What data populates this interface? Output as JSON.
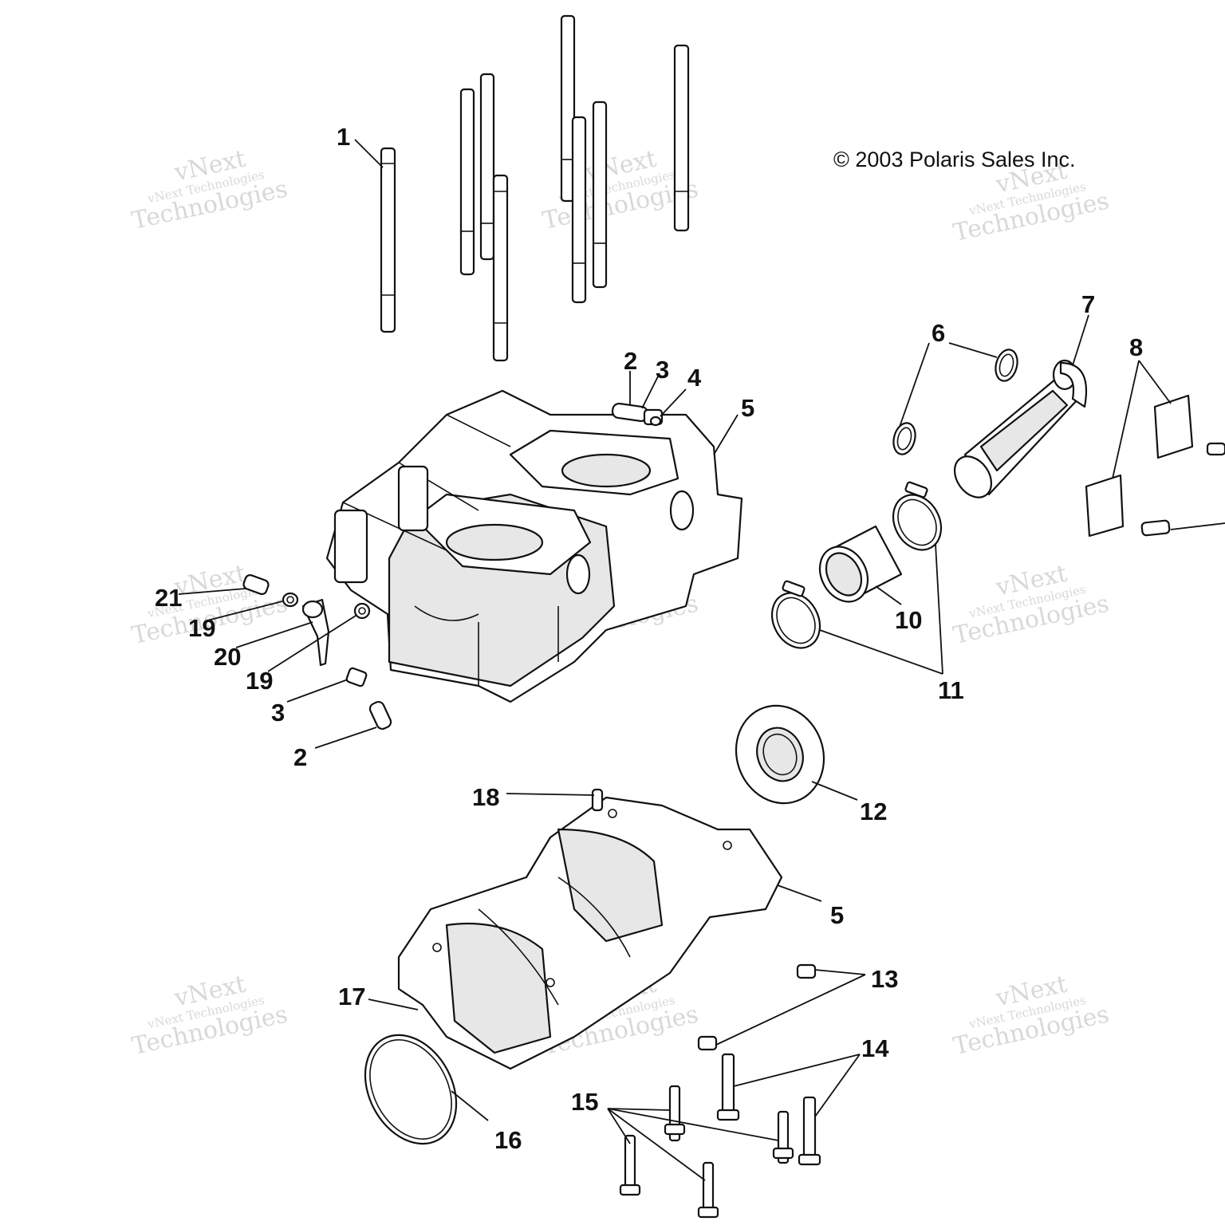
{
  "diagram": {
    "copyright": "© 2003 Polaris Sales Inc.",
    "watermark": {
      "brand": "vNext",
      "company": "vNext Technologies",
      "word": "Technologies"
    },
    "callouts": [
      {
        "id": "c1",
        "label": "1"
      },
      {
        "id": "c2a",
        "label": "2"
      },
      {
        "id": "c3a",
        "label": "3"
      },
      {
        "id": "c4",
        "label": "4"
      },
      {
        "id": "c5a",
        "label": "5"
      },
      {
        "id": "c6",
        "label": "6"
      },
      {
        "id": "c7",
        "label": "7"
      },
      {
        "id": "c8",
        "label": "8"
      },
      {
        "id": "c10",
        "label": "10"
      },
      {
        "id": "c11",
        "label": "11"
      },
      {
        "id": "c21",
        "label": "21"
      },
      {
        "id": "c19a",
        "label": "19"
      },
      {
        "id": "c20",
        "label": "20"
      },
      {
        "id": "c19b",
        "label": "19"
      },
      {
        "id": "c3b",
        "label": "3"
      },
      {
        "id": "c2b",
        "label": "2"
      },
      {
        "id": "c12",
        "label": "12"
      },
      {
        "id": "c18",
        "label": "18"
      },
      {
        "id": "c5b",
        "label": "5"
      },
      {
        "id": "c13",
        "label": "13"
      },
      {
        "id": "c17",
        "label": "17"
      },
      {
        "id": "c14",
        "label": "14"
      },
      {
        "id": "c15",
        "label": "15"
      },
      {
        "id": "c16",
        "label": "16"
      }
    ]
  }
}
